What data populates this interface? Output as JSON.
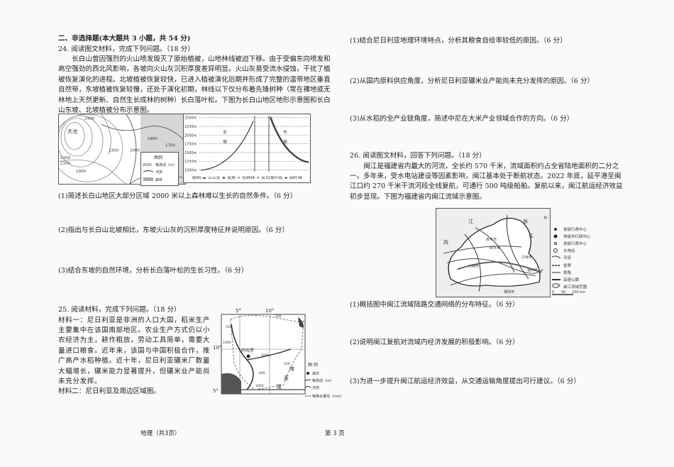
{
  "section_title": "二、非选择题(本大题共 3 小题，共 54 分)",
  "q24": {
    "heading": "24. 阅读图文材料，完成下列问题。（18 分）",
    "material": "长白山曾因强烈的火山喷发毁灭了原始植被，山地林线被迫下移。由于受偏东向喷发和高空强劲的西北风影响，各坡向火山灰沉积厚度差异明显。火山灰易受流水侵蚀，干扰了植被恢复演化的进程。北坡植被恢复较快，已进入植被演化后期并形成了完整的温带地区垂直自然带，东坡植被恢复较慢，还处于演化初期，林线以下仅分布着先锋树种（常在裸地或无林地上天然更新、自然生长成林的树种）长白落叶松。下图为长白山地区地形示意图和长白山东坡、北坡植被分布示意图。",
    "map": {
      "lake_label": "天池",
      "contours": [
        "2400",
        "2300",
        "2200",
        "2100",
        "1900",
        "2000",
        "1800",
        "1700"
      ],
      "legend_title": "图例",
      "legend": [
        "等高线（m）",
        "河流",
        "森林"
      ],
      "legend_contour_value": "2000"
    },
    "profile": {
      "y_ticks": [
        "2500m",
        "2250m",
        "2000m",
        "1750m",
        "1500m",
        "1250m",
        "1000m"
      ],
      "north_label": [
        "北",
        "坡"
      ],
      "east_label": [
        "东",
        "坡"
      ],
      "legend": "图例 ▬ 火山灰  ♣ 苔原  ↟ 岳桦林  ↟ 长白落叶松  ♠ 阔叶林"
    },
    "questions": [
      "(1)简述长白山地区大部分区域 2000 米以上森林难以生长的自然条件。（6 分）",
      "(2)指出与长白山北坡相比，东坡火山灰的沉积厚度特征并说明原因。（6 分）",
      "(3)结合东坡的自然环境，分析长白落叶松的生长习性。（6 分）"
    ]
  },
  "q25": {
    "heading": "25. 阅读材料，完成下列问题。（18 分）",
    "material1": "材料一：尼日利亚是非洲的人口大国，稻米生产主要集中在该国南部地区。农业生产方式仍以小农经济为主，耕作粗放，劳动工具简单，需要大量进口粮食。近年来，该国与中国积极合作，推广高产水稻种植。近十年，尼日利亚碾米厂数量大幅增长，碾米能力显著提升，但碾米业产能尚未充分发挥。",
    "material2": "材料二：尼日利亚及周边区域图。",
    "map": {
      "lon_labels": [
        "5°",
        "10°"
      ],
      "lat_labels": [
        "10°",
        "5°"
      ],
      "capital": "阿布贾",
      "country": [
        "喀",
        "麦",
        "隆"
      ],
      "values": [
        "500",
        "1000",
        "1500",
        "2000",
        "200",
        "400",
        "3000",
        "200"
      ],
      "legend_title": "图 例",
      "legend": [
        "城市",
        "等高线（m）",
        "河流",
        "等降水量线（mm）"
      ]
    },
    "questions": [
      "(1)结合尼日利亚地理环境特点，分析其粮食自给率较低的原因。（6 分）",
      "(2)从国内原料供应角度，分析尼日利亚碾米业产能尚未充分发挥的原因。（6 分）",
      "(3)从水稻的全产业链角度，简述中尼在大米产业领域合作的方向。（6 分）"
    ]
  },
  "q26": {
    "heading": "26. 阅读图文材料，回答下列问题。（18 分）",
    "material": "闽江是福建省内最大的河流，全长约 570 千米，流域面积约占全省陆地面积的二分之一。多年来，受水电站建设等因素影响，闽江基本处于断航状态。2022 年底，延平港至闽江口约 270 千米干流河段全线复航，可通行 500 吨级船舶。复航以来，闽江航运经济效益初步显现。下图为福建省内闽江流域示意图。",
    "map": {
      "regions": [
        "江",
        "西",
        "浙",
        "江"
      ],
      "cities": [
        "南平市",
        "延平港",
        "三明市",
        "宁德市",
        "福州市",
        "莆田市"
      ],
      "north": "N",
      "legend": [
        "省级行政中心",
        "地级市行政中心",
        "县级行政中心",
        "水电站",
        "河流",
        "省界",
        "铁路",
        "高速公路",
        "闽江流域范围"
      ],
      "scale": [
        "0",
        "50",
        "100 km"
      ]
    },
    "questions": [
      "(1)概括图中闽江流域陆路交通网络的分布特征。（6 分）",
      "(2)说明闽江复航对流域内经济发展的积极影响。（6 分）",
      "(3)为进一步提升闽江航运经济效益，从交通运输角度提出可行建议。（6 分）"
    ]
  },
  "footer": {
    "subject": "地理（共3页）",
    "page": "第 3 页"
  }
}
